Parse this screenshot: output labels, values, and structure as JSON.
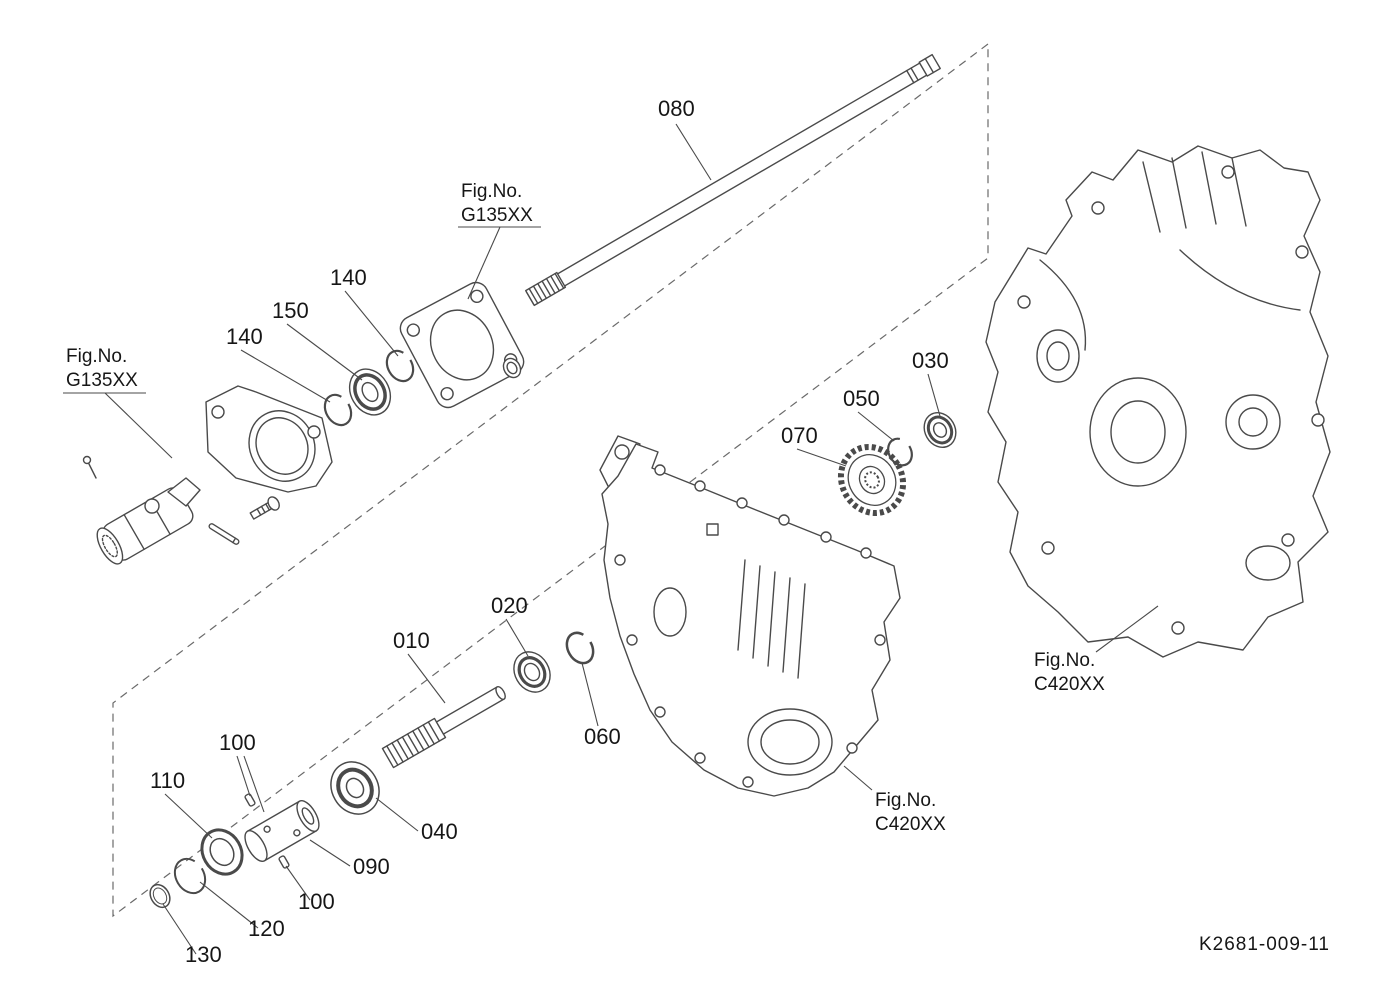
{
  "diagram": {
    "drawing_number": "K2681-009-11",
    "callouts": [
      {
        "label": "080"
      },
      {
        "label": "140"
      },
      {
        "label": "150"
      },
      {
        "label": "140"
      },
      {
        "label": "030"
      },
      {
        "label": "050"
      },
      {
        "label": "070"
      },
      {
        "label": "020"
      },
      {
        "label": "010"
      },
      {
        "label": "060"
      },
      {
        "label": "100"
      },
      {
        "label": "110"
      },
      {
        "label": "040"
      },
      {
        "label": "090"
      },
      {
        "label": "100"
      },
      {
        "label": "120"
      },
      {
        "label": "130"
      }
    ],
    "fig_refs": [
      {
        "line1": "Fig.No.",
        "line2": "G135XX"
      },
      {
        "line1": "Fig.No.",
        "line2": "G135XX"
      },
      {
        "line1": "Fig.No.",
        "line2": "C420XX"
      },
      {
        "line1": "Fig.No.",
        "line2": "C420XX"
      }
    ]
  }
}
